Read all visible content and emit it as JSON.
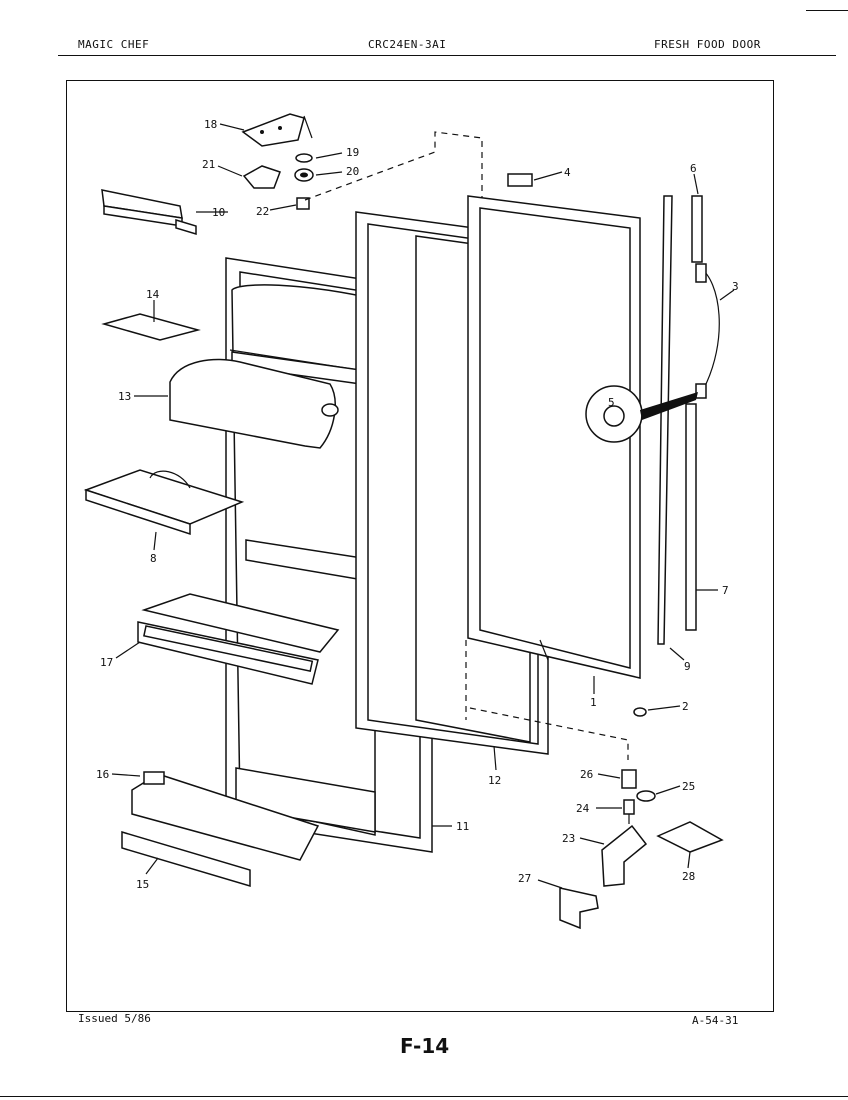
{
  "header": {
    "brand": "MAGIC CHEF",
    "model": "CRC24EN-3AI",
    "section": "FRESH FOOD DOOR"
  },
  "footer": {
    "issued": "Issued 5/86",
    "ref": "A-54-31",
    "page": "F-14"
  },
  "callouts": {
    "c1": "1",
    "c2": "2",
    "c3": "3",
    "c4": "4",
    "c5": "5",
    "c6": "6",
    "c7": "7",
    "c8": "8",
    "c9": "9",
    "c10": "10",
    "c11": "11",
    "c12": "12",
    "c13": "13",
    "c14": "14",
    "c15": "15",
    "c16": "16",
    "c17": "17",
    "c18": "18",
    "c19": "19",
    "c20": "20",
    "c21": "21",
    "c22": "22",
    "c23": "23",
    "c24": "24",
    "c25": "25",
    "c26": "26",
    "c27": "27",
    "c28": "28"
  }
}
